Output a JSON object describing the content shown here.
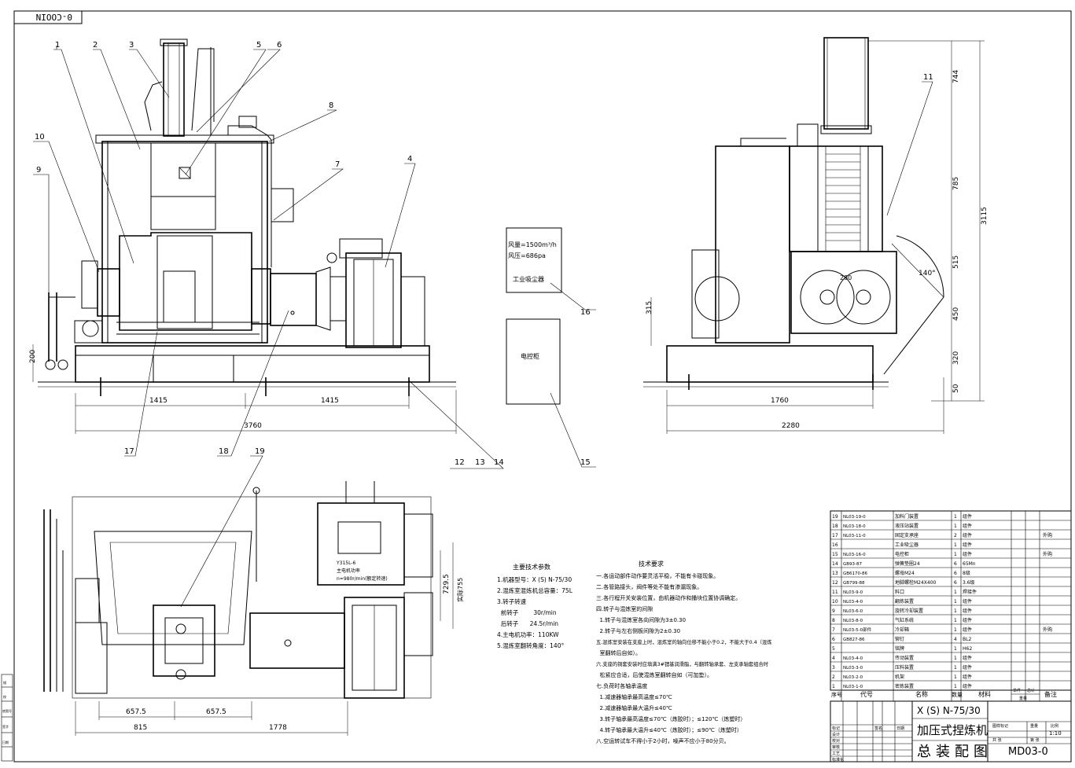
{
  "drawing_id_box": "0-COOIN",
  "front_view": {
    "callouts": [
      "1",
      "2",
      "3",
      "5",
      "6",
      "8",
      "10",
      "9",
      "7",
      "4",
      "17",
      "18",
      "19",
      "12",
      "13",
      "14"
    ],
    "dims": {
      "d200": "200",
      "d1415a": "1415",
      "d1415b": "1415",
      "d3760": "3760"
    }
  },
  "side_view": {
    "callouts": [
      "11"
    ],
    "dims": {
      "d744": "744",
      "d785": "785",
      "d3115": "3115",
      "d515": "515",
      "d450": "450",
      "d320": "320",
      "d50": "50",
      "d315": "315",
      "d1760": "1760",
      "d2280": "2280",
      "angle": "140°",
      "d280": "280"
    }
  },
  "plan_view": {
    "dims": {
      "d657a": "657.5",
      "d657b": "657.5",
      "d815": "815",
      "d1778": "1778",
      "d7295": "729.5",
      "d755": "实际755"
    },
    "motor_label_1": "主电机功率",
    "motor_label_2": "n=980r/min(额定转速)",
    "motor_label_0": "Y315L-6"
  },
  "dust_collector": {
    "line1": "风量=1500m³/h",
    "line2": "风压=686pa",
    "name": "工业吸尘器",
    "callout": "16"
  },
  "control_cabinet": {
    "name": "电控柜",
    "callout": "15"
  },
  "main_params": {
    "title": "主要技术参数",
    "lines": [
      "1.机器型号：X (S) N-75/30",
      "2.混炼室混炼机总容量：75L",
      "3.转子转速",
      "  前转子        30r/min",
      "  后转子      24.5r/min",
      "4.主电机功率：110KW",
      "5.混炼室翻转角度：140°"
    ]
  },
  "tech_requirements": {
    "title": "技术要求",
    "lines": [
      "一.各运动部件动作要灵活平稳，不能有卡碰现象。",
      "二.各管路接头，阀件等处不能有渗漏现象。",
      "三.各行程开关安装位置，由机器动作和播块位置协调确定。",
      "四.转子与混炼室的间隙",
      "  1.转子与混炼室各向间隙为3±0.30",
      "  2.转子与左右侧板间隙为2±0.30",
      "五.混炼室安装在支座上时，混炼室的轴向位移不能小于0.2，不能大于0.4（混炼",
      "  室翻转后自如）。",
      "六.支座的铜套安装时应填满3#锂基润滑脂，与翻转轴承套、左支承轴套组合时",
      "  松紧应合适，后使混炼室翻转自如（可加垫）。",
      "七.负荷时各轴承温度",
      "  1.减速器轴承最高温度≤70℃",
      "  2.减速器轴承最大温升≤40℃",
      "  3.转子轴承最高温度≤70℃（炼胶时）；≤120℃（炼塑时）",
      "  4.转子轴承最大温升≤40℃（炼胶时）；≤90℃（炼塑时）",
      "八.空运转试车不得小于2小时，噪声不应小于80分贝。"
    ]
  },
  "bom": {
    "header": {
      "no": "序号",
      "code": "代号",
      "name": "名称",
      "qty": "数量",
      "material": "材料",
      "unit_wt": "单件",
      "total_wt": "总计",
      "weight": "重量",
      "remark": "备注"
    },
    "rows": [
      {
        "no": "19",
        "code": "NL03-19-0",
        "name": "加料门装置",
        "qty": "1",
        "mat": "组件",
        "remark": ""
      },
      {
        "no": "18",
        "code": "NL03-18-0",
        "name": "液压站装置",
        "qty": "1",
        "mat": "组件",
        "remark": ""
      },
      {
        "no": "17",
        "code": "NL03-11-0",
        "name": "固定支承座",
        "qty": "2",
        "mat": "组件",
        "remark": "外购"
      },
      {
        "no": "16",
        "code": "",
        "name": "工业吸尘器",
        "qty": "1",
        "mat": "组件",
        "remark": ""
      },
      {
        "no": "15",
        "code": "NL03-16-0",
        "name": "电控柜",
        "qty": "1",
        "mat": "组件",
        "remark": "外购"
      },
      {
        "no": "14",
        "code": "GB93-87",
        "name": "弹簧垫圈24",
        "qty": "6",
        "mat": "65Mn",
        "remark": ""
      },
      {
        "no": "13",
        "code": "GB6170-86",
        "name": "螺母M24",
        "qty": "6",
        "mat": "8级",
        "remark": ""
      },
      {
        "no": "12",
        "code": "GB799-88",
        "name": "地脚螺栓M24X400",
        "qty": "6",
        "mat": "3.6级",
        "remark": ""
      },
      {
        "no": "11",
        "code": "NL03-9-0",
        "name": "料口",
        "qty": "1",
        "mat": "焊接件",
        "remark": ""
      },
      {
        "no": "10",
        "code": "NL03-4-0",
        "name": "翻炼装置",
        "qty": "1",
        "mat": "组件",
        "remark": ""
      },
      {
        "no": "9",
        "code": "NL03-6-0",
        "name": "旋转冷却装置",
        "qty": "1",
        "mat": "组件",
        "remark": ""
      },
      {
        "no": "8",
        "code": "NL03-8-0",
        "name": "气缸系统",
        "qty": "1",
        "mat": "组件",
        "remark": ""
      },
      {
        "no": "7",
        "code": "NL03-5-0部件",
        "name": "冷却箱",
        "qty": "1",
        "mat": "组件",
        "remark": "外购"
      },
      {
        "no": "6",
        "code": "GB827-86",
        "name": "铆钉",
        "qty": "4",
        "mat": "BL2",
        "remark": ""
      },
      {
        "no": "5",
        "code": "",
        "name": "铭牌",
        "qty": "1",
        "mat": "H62",
        "remark": ""
      },
      {
        "no": "4",
        "code": "NL03-4-0",
        "name": "传动装置",
        "qty": "1",
        "mat": "组件",
        "remark": ""
      },
      {
        "no": "3",
        "code": "NL03-3-0",
        "name": "压料装置",
        "qty": "1",
        "mat": "组件",
        "remark": ""
      },
      {
        "no": "2",
        "code": "NL03-2-0",
        "name": "机架",
        "qty": "1",
        "mat": "组件",
        "remark": ""
      },
      {
        "no": "1",
        "code": "NL03-1-0",
        "name": "密炼装置",
        "qty": "1",
        "mat": "组件",
        "remark": ""
      }
    ]
  },
  "title_block": {
    "model": "X (S) N-75/30",
    "machine_name": "加压式捏炼机",
    "drawing_title": "总装配图",
    "drawing_no": "MD03-0",
    "scale": "1:10",
    "stage_label": "图样标记",
    "weight_label": "重量",
    "scale_label": "比例",
    "sheet_label": "共  张",
    "sheet_label2": "第  张",
    "rows_left": [
      "标记",
      "设计",
      "校对",
      "审核",
      "工艺",
      "标准化"
    ],
    "sign_label": "签名",
    "date_label": "日期"
  },
  "left_strip": [
    "描",
    "校",
    "底图号",
    "签字",
    "日期"
  ]
}
